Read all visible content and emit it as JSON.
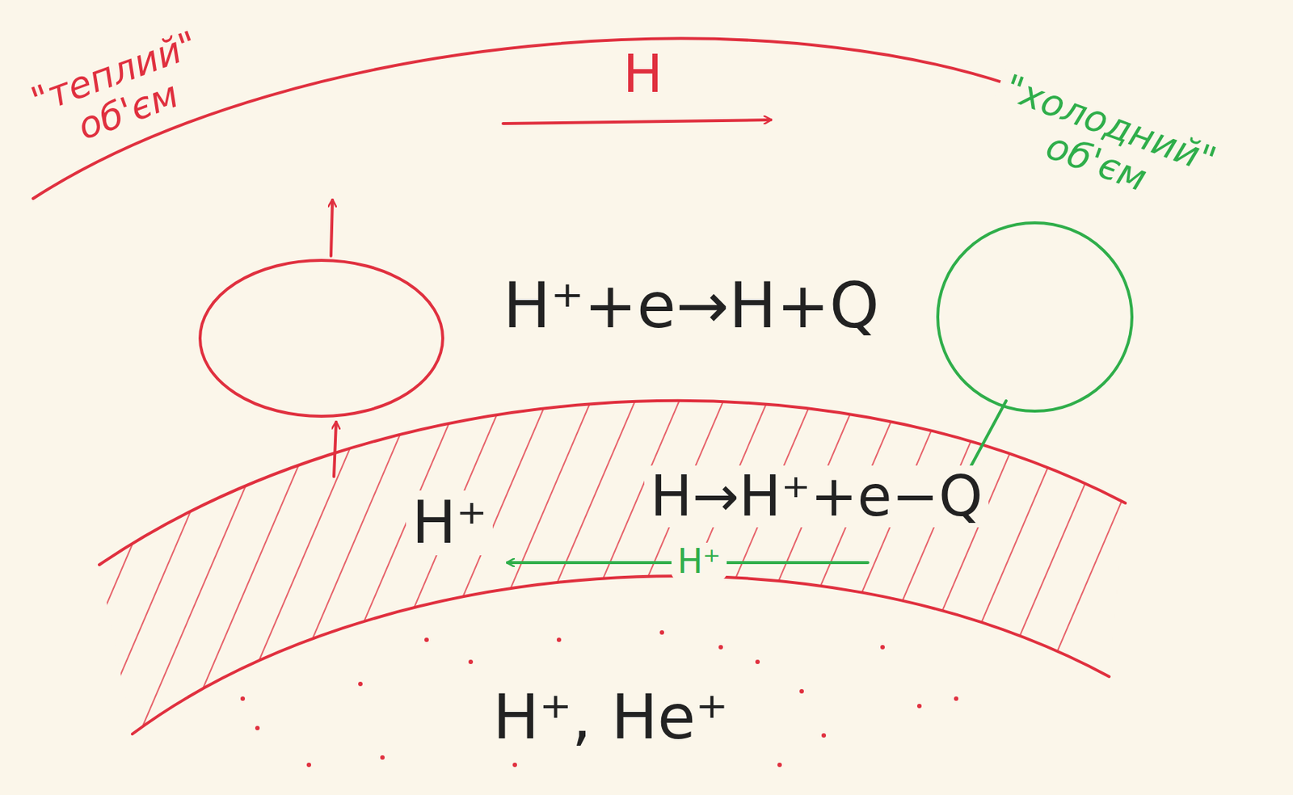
{
  "diagram": {
    "nodes": [
      {
        "text": [
          "\"теплий\" об'єм"
        ]
      },
      {
        "text": [
          "\"холодний\" об'єм"
        ]
      }
    ],
    "labels": [
      "H",
      "H⁺+e→H+Q",
      "H⁺",
      "H→H⁺+e−Q",
      "H⁺",
      "H⁺, He⁺"
    ]
  }
}
